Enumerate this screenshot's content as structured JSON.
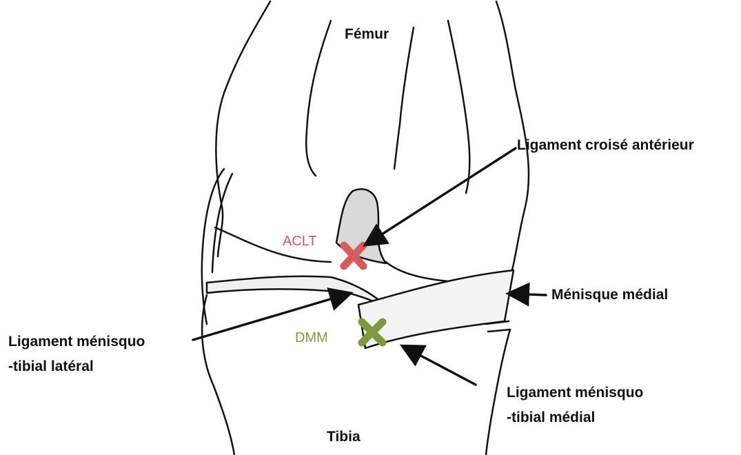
{
  "labels": {
    "femur": "Fémur",
    "acl": "Ligament croisé antérieur",
    "medial_meniscus": "Ménisque médial",
    "lateral_ligament_line1": "Ligament ménisquo",
    "lateral_ligament_line2": "-tibial latéral",
    "medial_ligament_line1": "Ligament ménisquo",
    "medial_ligament_line2": "-tibial médial",
    "tibia": "Tibia"
  },
  "markers": {
    "aclt": {
      "text": "ACLT",
      "color": "#c8596b",
      "cross_color": "#d95a5a"
    },
    "dmm": {
      "text": "DMM",
      "color": "#7f9a3c",
      "cross_color": "#7f9a3c"
    }
  },
  "colors": {
    "stroke": "#111111",
    "ligament_fill": "#d9d9d9",
    "meniscus_fill": "#f0f0f0"
  }
}
